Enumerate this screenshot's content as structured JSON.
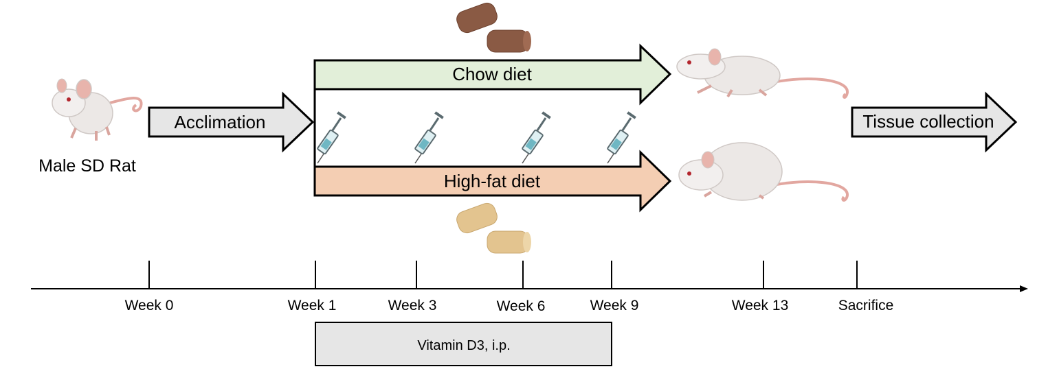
{
  "subject": {
    "label": "Male SD Rat"
  },
  "stages": {
    "acclimation": "Acclimation",
    "chow": "Chow diet",
    "high_fat": "High-fat diet",
    "tissue": "Tissue collection"
  },
  "timeline": {
    "ticks": [
      "Week 0",
      "Week 1",
      "Week 3",
      "Week 6",
      "Week 9",
      "Week 13",
      "Sacrifice"
    ]
  },
  "treatment": {
    "label": "Vitamin D3, i.p."
  },
  "colors": {
    "chow_fill": "#e2efd9",
    "high_fat_fill": "#f4ceb3",
    "neutral_fill": "#e6e6e6",
    "chow_pellet": "#8a5a44",
    "hfd_pellet": "#e3c48f",
    "rat_body": "#ece8e6",
    "rat_ear": "#e8b4ac"
  },
  "icons": [
    "rat-icon",
    "syringe-icon",
    "chow-pellet-icon",
    "high-fat-pellet-icon"
  ]
}
